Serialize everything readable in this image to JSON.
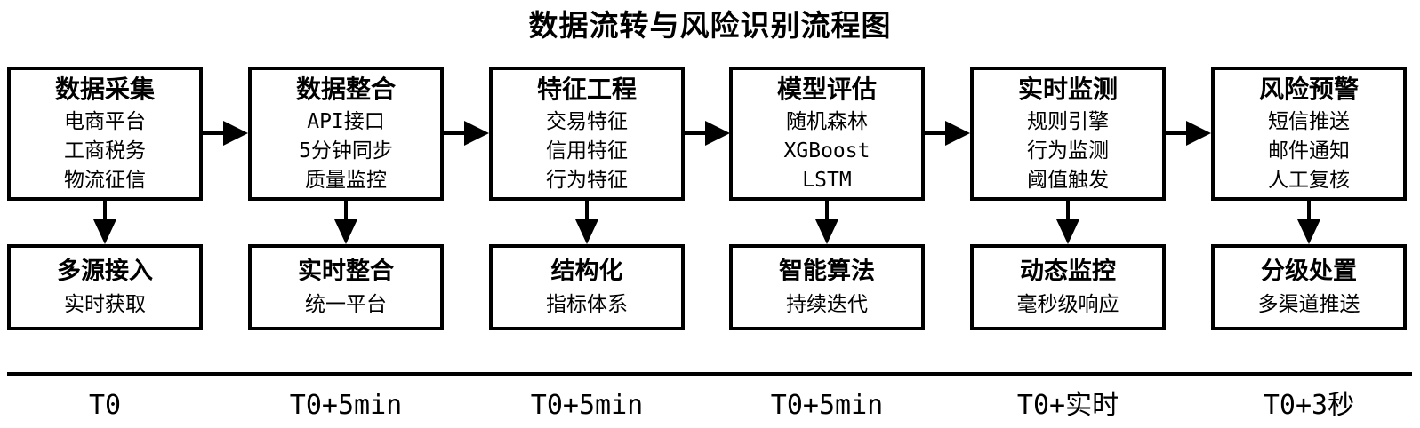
{
  "title": "数据流转与风险识别流程图",
  "colors": {
    "ink": "#000000",
    "background": "#ffffff"
  },
  "stages": [
    {
      "title": "数据采集",
      "items": [
        "电商平台",
        "工商税务",
        "物流征信"
      ],
      "sub_title": "多源接入",
      "sub_item": "实时获取",
      "timeline": "T0"
    },
    {
      "title": "数据整合",
      "items": [
        "API接口",
        "5分钟同步",
        "质量监控"
      ],
      "sub_title": "实时整合",
      "sub_item": "统一平台",
      "timeline": "T0+5min"
    },
    {
      "title": "特征工程",
      "items": [
        "交易特征",
        "信用特征",
        "行为特征"
      ],
      "sub_title": "结构化",
      "sub_item": "指标体系",
      "timeline": "T0+5min"
    },
    {
      "title": "模型评估",
      "items": [
        "随机森林",
        "XGBoost",
        "LSTM"
      ],
      "sub_title": "智能算法",
      "sub_item": "持续迭代",
      "timeline": "T0+5min"
    },
    {
      "title": "实时监测",
      "items": [
        "规则引擎",
        "行为监测",
        "阈值触发"
      ],
      "sub_title": "动态监控",
      "sub_item": "毫秒级响应",
      "timeline": "T0+实时"
    },
    {
      "title": "风险预警",
      "items": [
        "短信推送",
        "邮件通知",
        "人工复核"
      ],
      "sub_title": "分级处置",
      "sub_item": "多渠道推送",
      "timeline": "T0+3秒"
    }
  ]
}
